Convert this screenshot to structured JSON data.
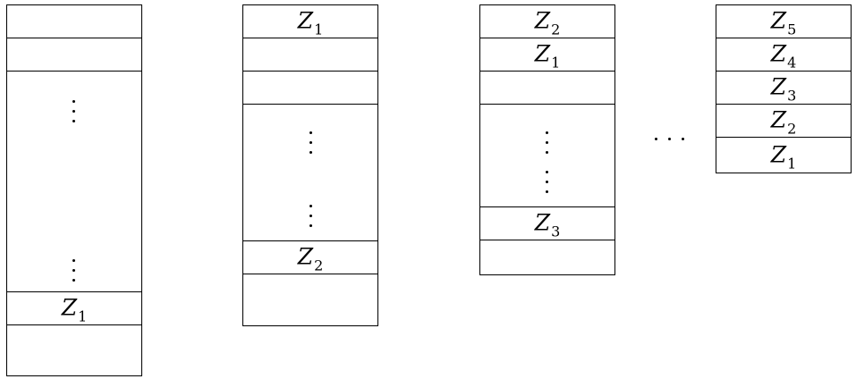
{
  "diagram": {
    "stacks": [
      {
        "id": "stack-1",
        "cells": [
          {
            "label": "",
            "sub": ""
          },
          {
            "label": "",
            "sub": ""
          },
          {
            "label": "",
            "sub": ""
          },
          {
            "label": "Z",
            "sub": "1"
          },
          {
            "label": "",
            "sub": ""
          }
        ]
      },
      {
        "id": "stack-2",
        "cells": [
          {
            "label": "Z",
            "sub": "1"
          },
          {
            "label": "",
            "sub": ""
          },
          {
            "label": "",
            "sub": ""
          },
          {
            "label": "",
            "sub": ""
          },
          {
            "label": "Z",
            "sub": "2"
          },
          {
            "label": "",
            "sub": ""
          }
        ]
      },
      {
        "id": "stack-3",
        "cells": [
          {
            "label": "Z",
            "sub": "2"
          },
          {
            "label": "Z",
            "sub": "1"
          },
          {
            "label": "",
            "sub": ""
          },
          {
            "label": "",
            "sub": ""
          },
          {
            "label": "Z",
            "sub": "3"
          },
          {
            "label": "",
            "sub": ""
          }
        ]
      },
      {
        "id": "stack-4",
        "cells": [
          {
            "label": "Z",
            "sub": "5"
          },
          {
            "label": "Z",
            "sub": "4"
          },
          {
            "label": "Z",
            "sub": "3"
          },
          {
            "label": "Z",
            "sub": "2"
          },
          {
            "label": "Z",
            "sub": "1"
          }
        ]
      }
    ]
  }
}
